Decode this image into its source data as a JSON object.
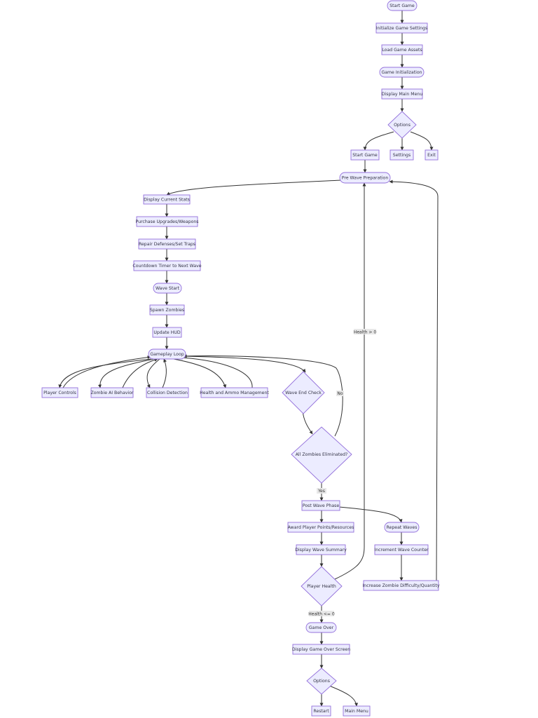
{
  "nodes": {
    "start_game": "Start Game",
    "init_settings": "Initialize Game Settings",
    "load_assets": "Load Game Assets",
    "game_init": "Game Initialization",
    "main_menu": "Display Main Menu",
    "options": "Options",
    "start_game_opt": "Start Game",
    "settings": "Settings",
    "exit": "Exit",
    "pre_wave": "Pre Wave Preparation",
    "display_stats": "Display Current Stats",
    "purchase": "Purchase Upgrades/Weapons",
    "repair": "Repair Defenses/Set Traps",
    "countdown": "Countdown Timer to Next Wave",
    "wave_start": "Wave Start",
    "spawn": "Spawn Zombies",
    "update_hud": "Update HUD",
    "gameplay_loop": "Gameplay Loop",
    "player_controls": "Player Controls",
    "zombie_ai": "Zombie AI Behavior",
    "collision": "Collision Detection",
    "health_ammo": "Health and Ammo Management",
    "wave_end_check": "Wave End Check",
    "all_eliminated": "All Zombies Eliminated?",
    "post_wave": "Post Wave Phase",
    "award_points": "Award Player Points/Resources",
    "wave_summary": "Display Wave Summary",
    "player_health": "Player Health",
    "repeat_waves": "Repeat Waves",
    "increment_counter": "Increment Wave Counter",
    "increase_difficulty": "Increase Zombie Difficulty/Quantity",
    "game_over": "Game Over",
    "game_over_screen": "Display Game Over Screen",
    "options_end": "Options",
    "restart": "Restart",
    "main_menu_end": "Main Menu"
  },
  "edge_labels": {
    "no": "No",
    "yes": "Yes",
    "health_gt_0": "Health > 0",
    "health_le_0": "Health <= 0"
  },
  "colors": {
    "node_fill": "#ececff",
    "node_stroke": "#9370db",
    "edge": "#333333"
  }
}
